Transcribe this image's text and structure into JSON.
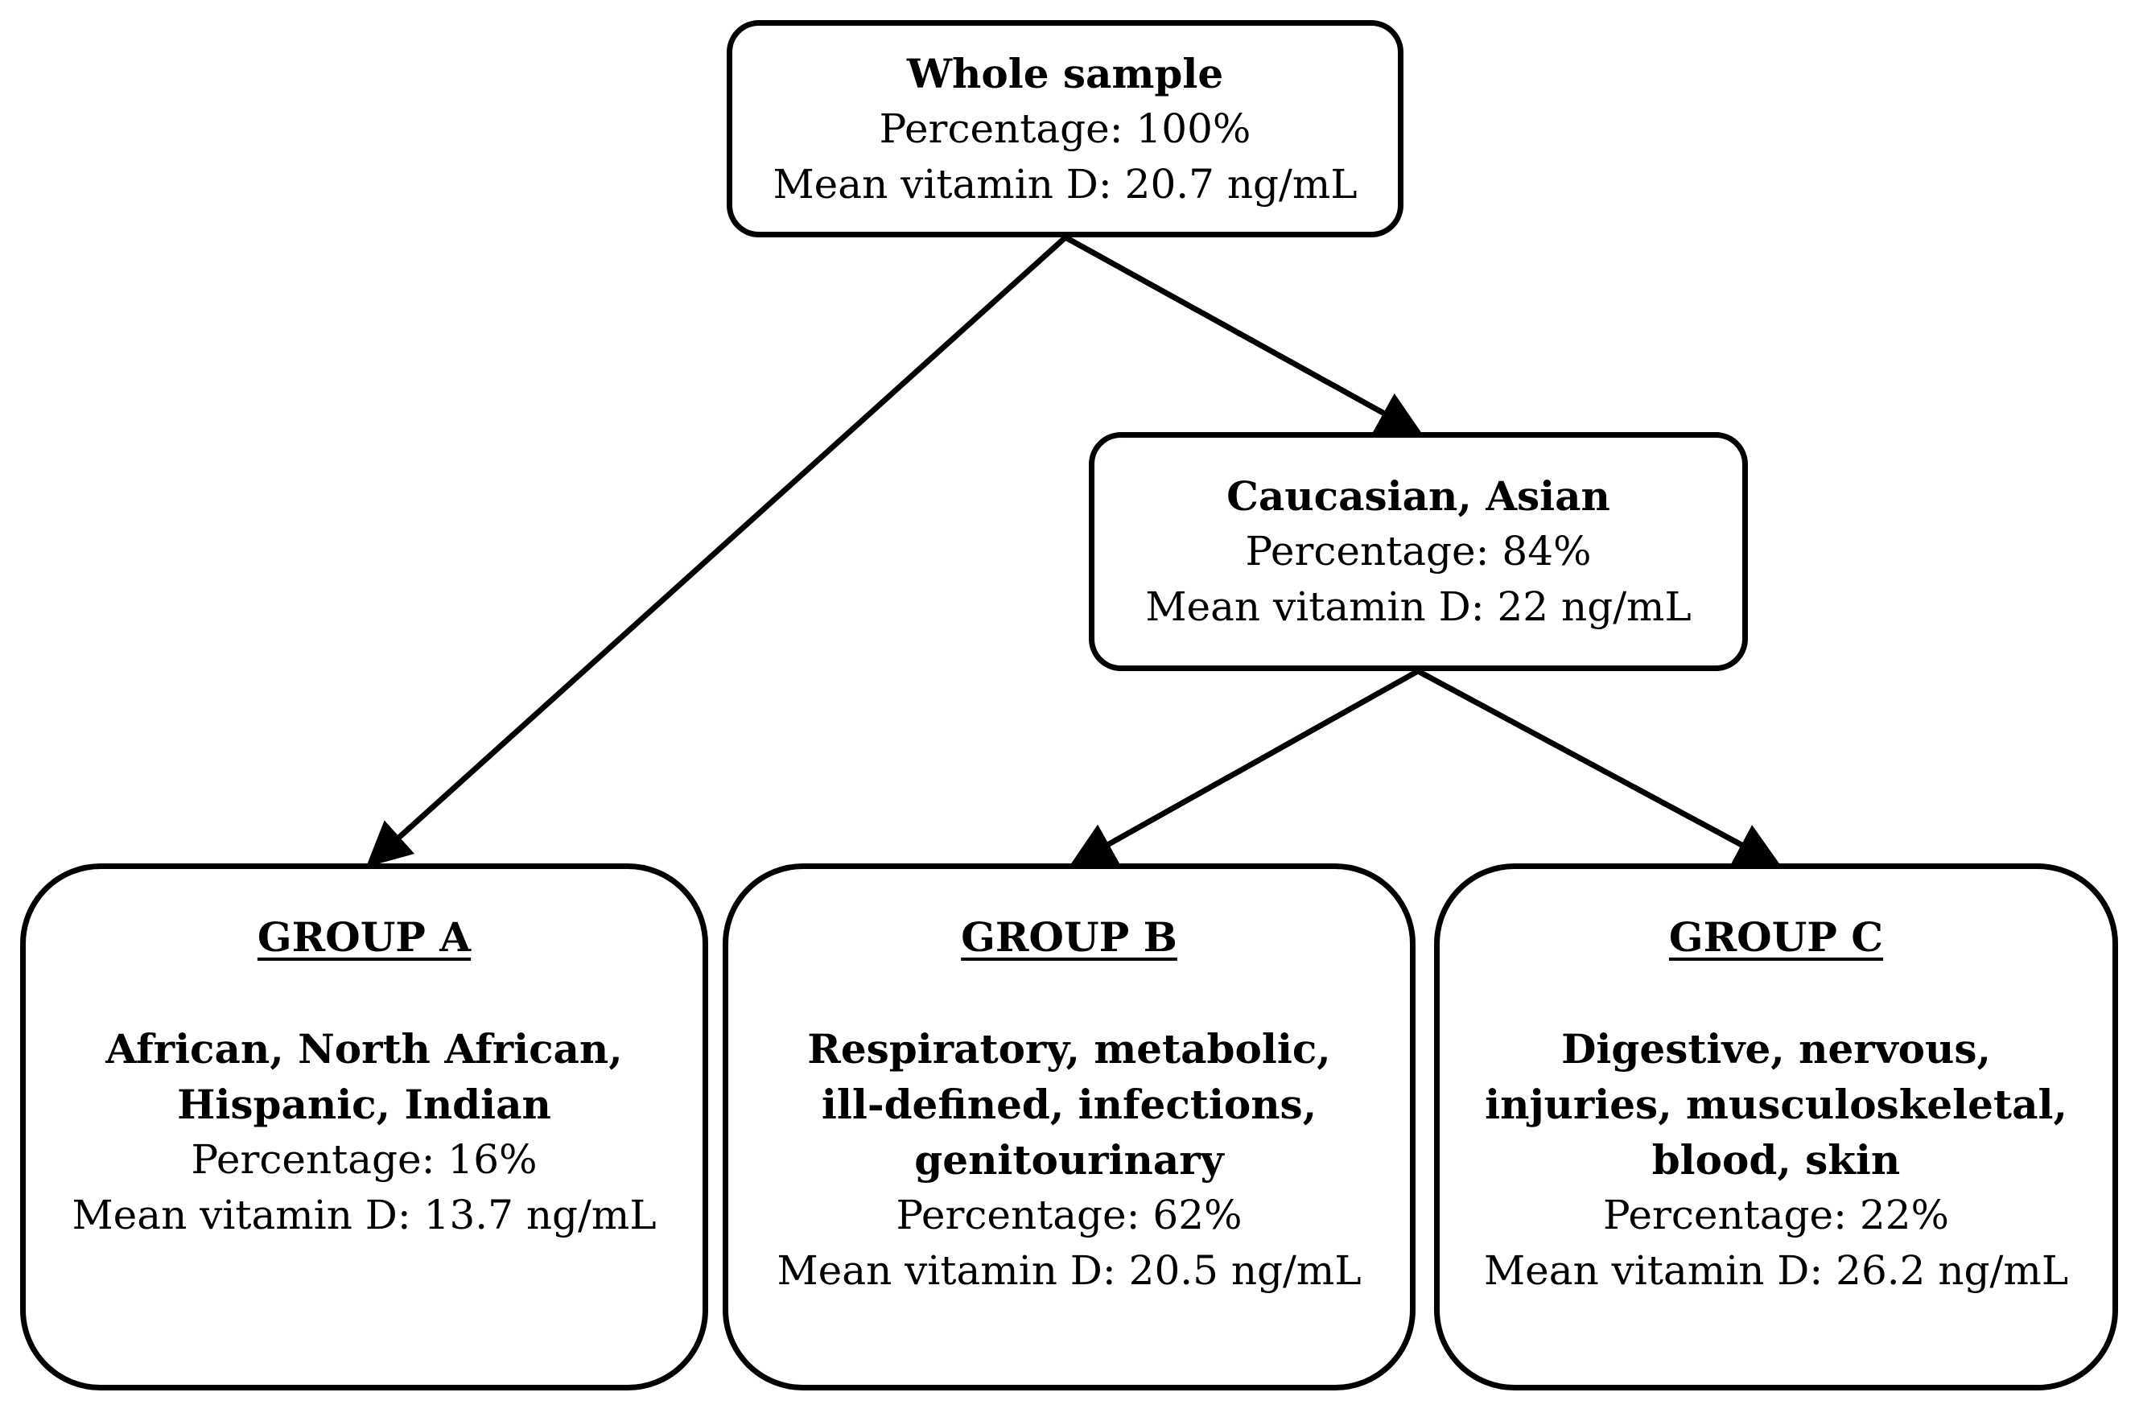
{
  "root": {
    "title": "Whole sample",
    "percentage": "Percentage: 100%",
    "mean": "Mean vitamin D: 20.7 ng/mL"
  },
  "middle": {
    "title": "Caucasian, Asian",
    "percentage": "Percentage: 84%",
    "mean": "Mean vitamin D: 22 ng/mL"
  },
  "groups": [
    {
      "heading": "GROUP A",
      "categories": [
        "African, North African,",
        "Hispanic, Indian"
      ],
      "percentage": "Percentage: 16%",
      "mean": "Mean vitamin D: 13.7 ng/mL"
    },
    {
      "heading": "GROUP B",
      "categories": [
        "Respiratory, metabolic,",
        "ill-defined, infections,",
        "genitourinary"
      ],
      "percentage": "Percentage: 62%",
      "mean": "Mean vitamin D: 20.5 ng/mL"
    },
    {
      "heading": "GROUP C",
      "categories": [
        "Digestive, nervous,",
        "injuries, musculoskeletal,",
        "blood, skin"
      ],
      "percentage": "Percentage: 22%",
      "mean": "Mean vitamin D: 26.2 ng/mL"
    }
  ],
  "colors": {
    "stroke": "#000000",
    "background": "#ffffff"
  }
}
